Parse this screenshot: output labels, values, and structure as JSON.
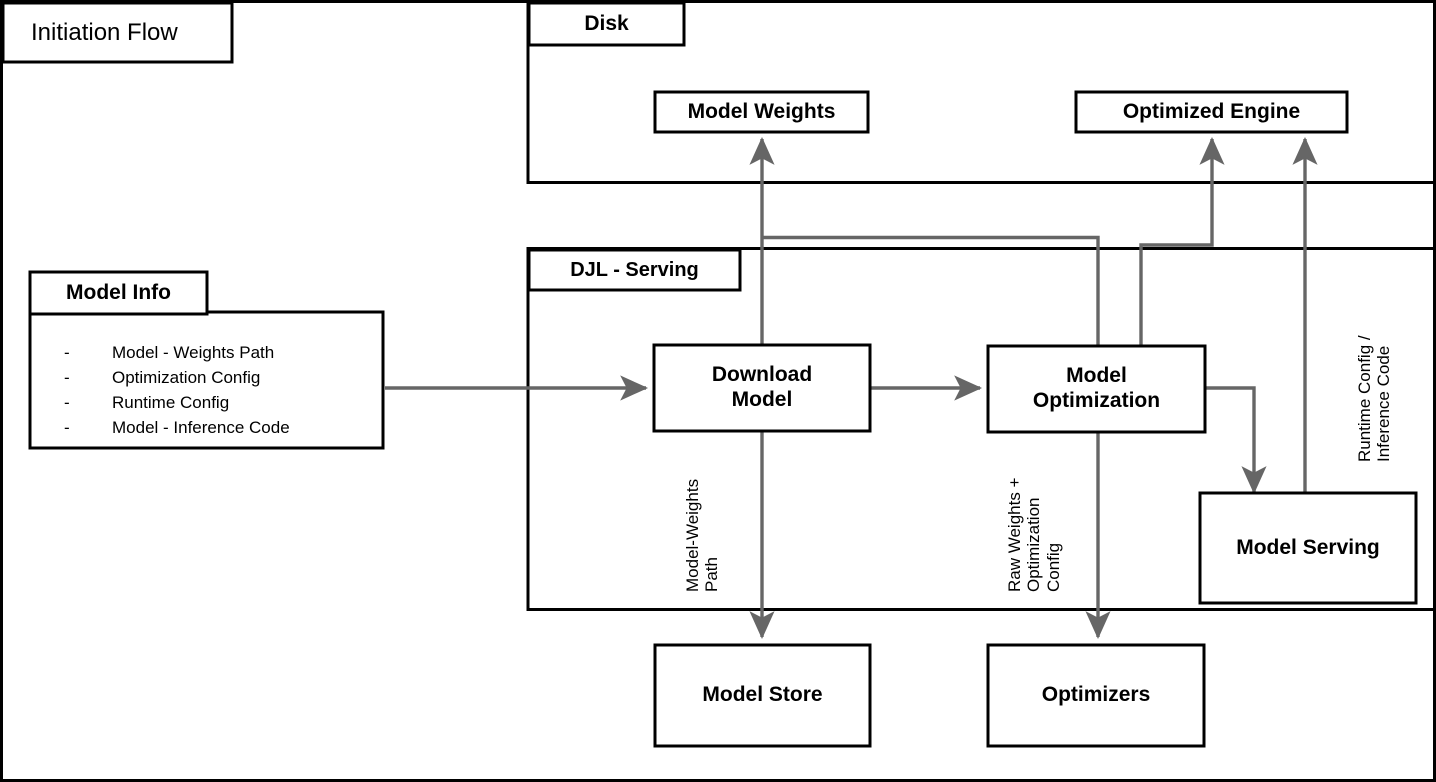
{
  "diagram": {
    "title": "Initiation Flow",
    "stroke_color": "#000000",
    "arrow_color": "#666666",
    "background": "#ffffff"
  },
  "panels": {
    "initiation_flow": {
      "label": "Initiation Flow"
    },
    "disk": {
      "label": "Disk"
    },
    "djl_serving": {
      "label": "DJL - Serving"
    }
  },
  "model_info": {
    "title": "Model Info",
    "items": [
      {
        "bullet": "-",
        "text": "Model - Weights Path"
      },
      {
        "bullet": "-",
        "text": "Optimization Config"
      },
      {
        "bullet": "-",
        "text": "Runtime Config"
      },
      {
        "bullet": "-",
        "text": "Model - Inference Code"
      }
    ]
  },
  "nodes": {
    "model_weights": {
      "label": "Model Weights"
    },
    "optimized_engine": {
      "label": "Optimized Engine"
    },
    "download_model": {
      "label": "Download\nModel"
    },
    "model_optimization": {
      "label": "Model\nOptimization"
    },
    "model_serving": {
      "label": "Model Serving"
    },
    "model_store": {
      "label": "Model Store"
    },
    "optimizers": {
      "label": "Optimizers"
    }
  },
  "edge_labels": {
    "model_weights_path": "Model-Weights\nPath",
    "raw_weights_opt_config": "Raw Weights +\nOptimization\nConfig",
    "runtime_config_inference_code": "Runtime Config /\nInference Code"
  }
}
